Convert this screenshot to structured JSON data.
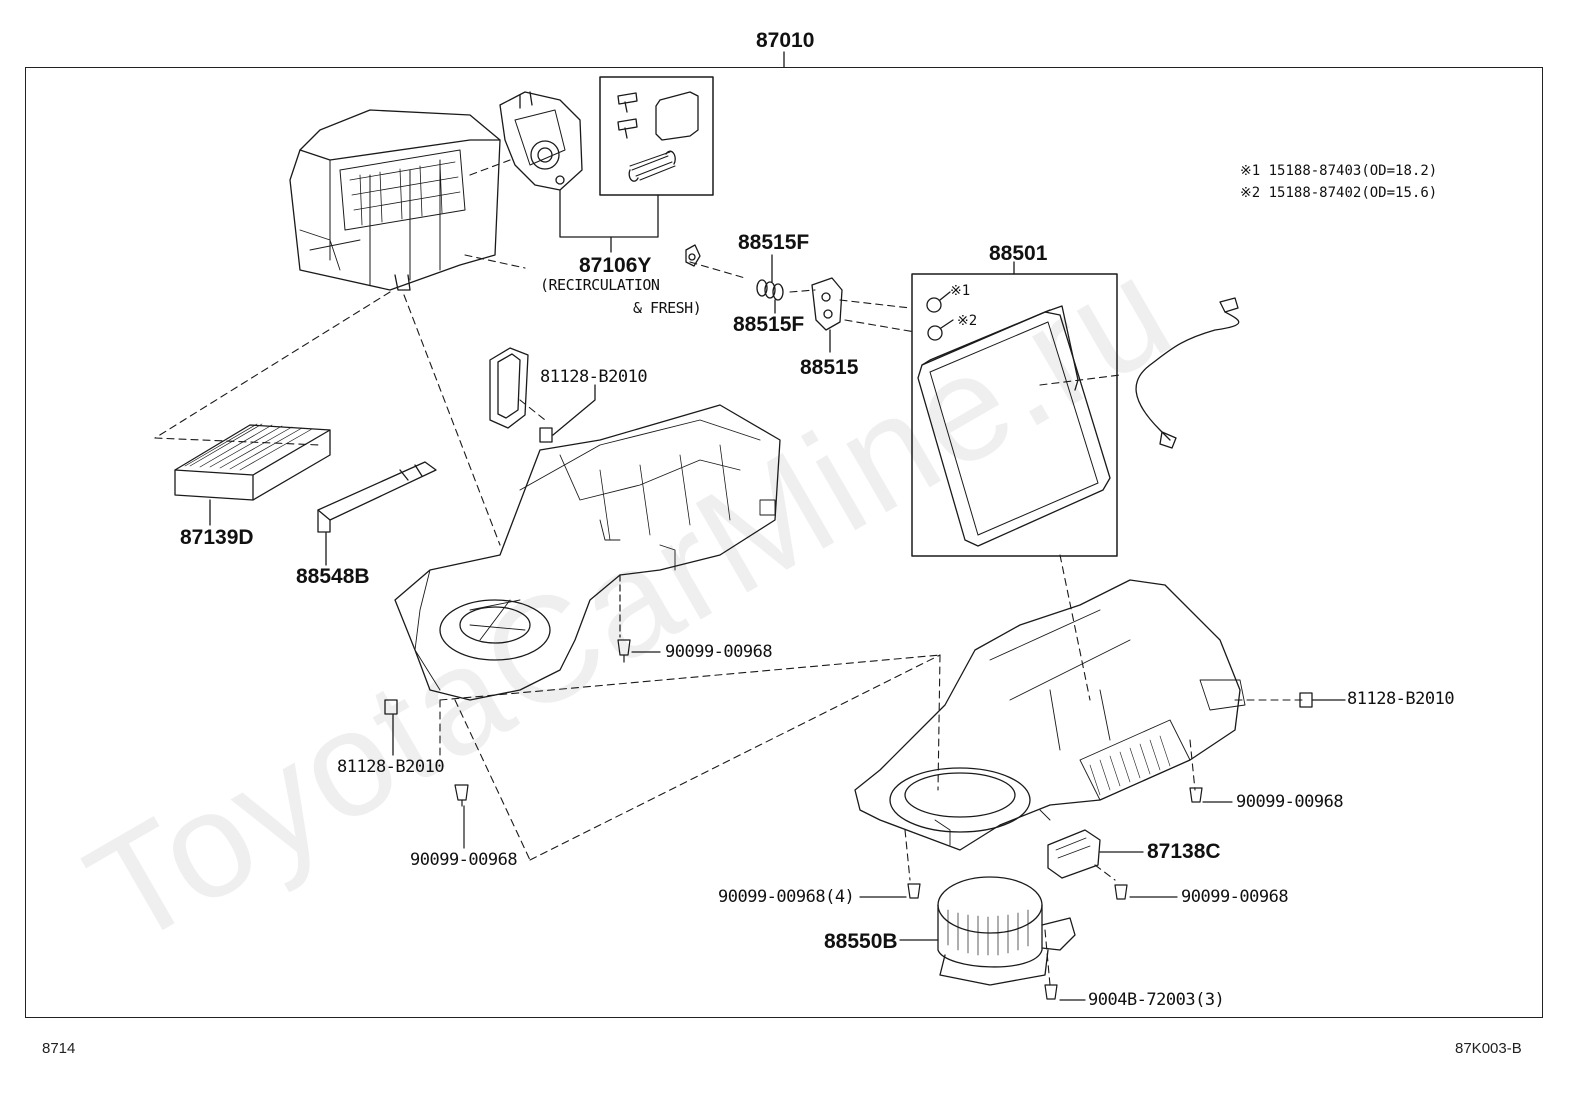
{
  "diagram": {
    "assembly_number": "87010",
    "watermark": "ToyotaCarMine.ru",
    "notes": [
      {
        "mark": "※1",
        "part": "15188-87403",
        "spec": "(OD=18.2)"
      },
      {
        "mark": "※2",
        "part": "15188-87402",
        "spec": "(OD=15.6)"
      }
    ],
    "callouts": {
      "c_87106Y": "87106Y",
      "c_87106Y_desc1": "(RECIRCULATION",
      "c_87106Y_desc2": "& FRESH)",
      "c_88515F_top": "88515F",
      "c_88515F_bot": "88515F",
      "c_88515": "88515",
      "c_88501": "88501",
      "c_mark1": "※1",
      "c_mark2": "※2",
      "c_81128_top": "81128-B2010",
      "c_87139D": "87139D",
      "c_88548B": "88548B",
      "c_90099_mid": "90099-00968",
      "c_81128_left": "81128-B2010",
      "c_90099_left": "90099-00968",
      "c_81128_right": "81128-B2010",
      "c_90099_right": "90099-00968",
      "c_87138C": "87138C",
      "c_90099_x4": "90099-00968(4)",
      "c_90099_lowright": "90099-00968",
      "c_88550B": "88550B",
      "c_9004B": "9004B-72003(3)"
    },
    "footer_left": "8714",
    "footer_right": "87K003-B"
  }
}
